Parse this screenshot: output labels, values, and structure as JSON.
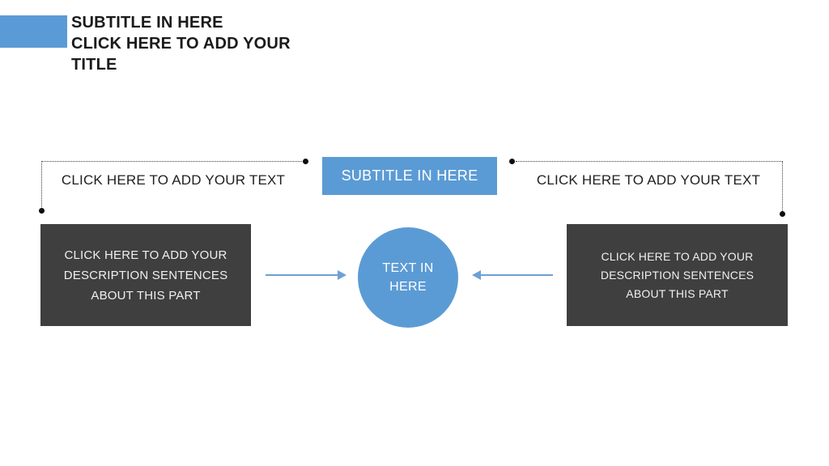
{
  "header": {
    "subtitle": "SUBTITLE IN HERE",
    "title": "CLICK HERE TO ADD YOUR TITLE"
  },
  "center": {
    "subtitle_box_label": "SUBTITLE IN HERE",
    "circle_label": "TEXT IN HERE"
  },
  "left_section": {
    "label": "CLICK HERE TO ADD YOUR TEXT",
    "description": "CLICK HERE TO ADD YOUR DESCRIPTION SENTENCES ABOUT THIS PART"
  },
  "right_section": {
    "label": "CLICK HERE TO ADD YOUR TEXT",
    "description": "CLICK HERE TO ADD YOUR DESCRIPTION SENTENCES ABOUT THIS PART"
  },
  "colors": {
    "accent_blue": "#5B9BD5",
    "dark_gray": "#3F3F3F",
    "arrow_blue": "#6F9FD6",
    "title_text": "#1A1A1A",
    "light_text": "#F0F0F0",
    "dot_black": "#0D0D0D"
  }
}
